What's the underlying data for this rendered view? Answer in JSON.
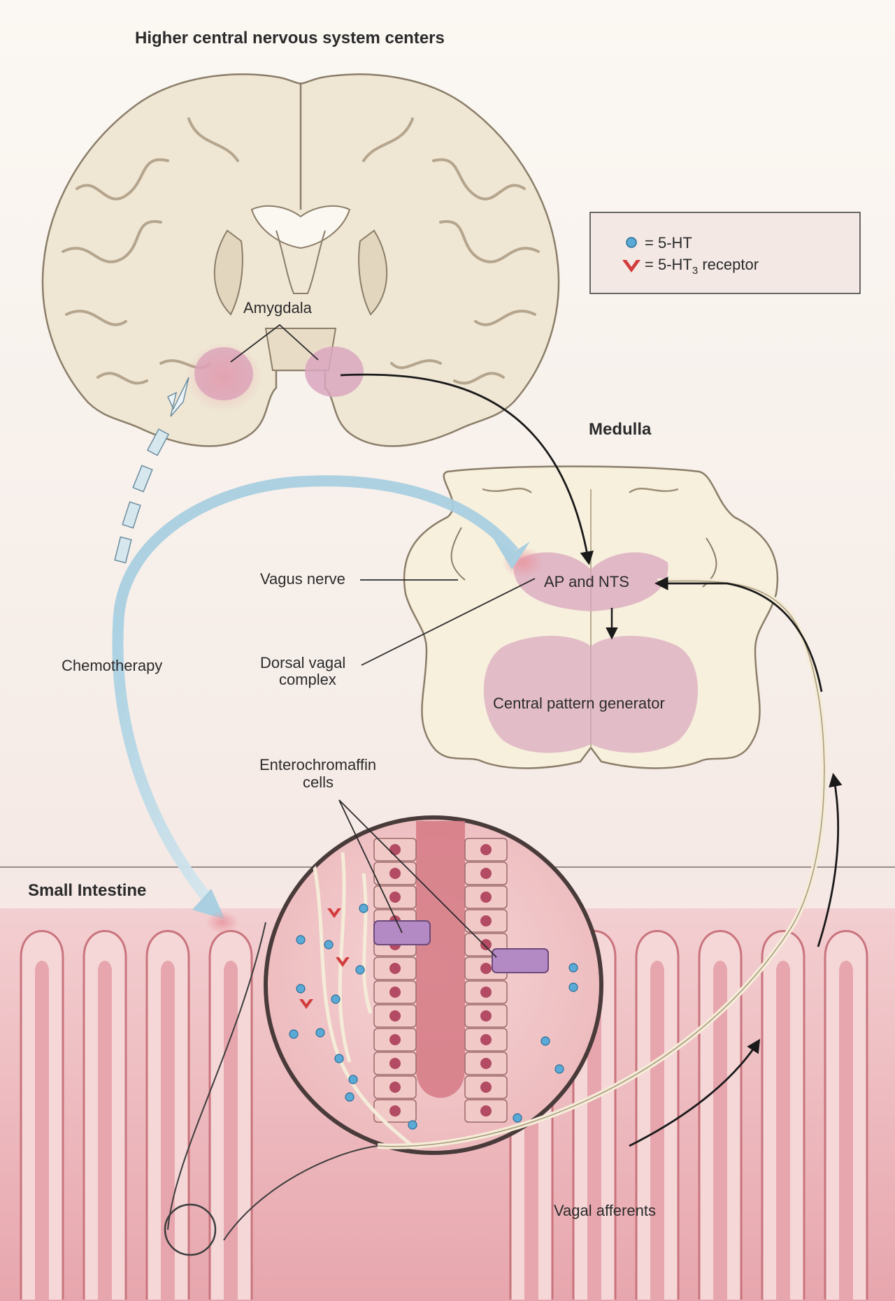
{
  "headings": {
    "higher_cns": "Higher central nervous system centers",
    "medulla": "Medulla",
    "small_intestine": "Small Intestine"
  },
  "labels": {
    "amygdala": "Amygdala",
    "ap_nts": "AP and NTS",
    "vagus_nerve": "Vagus nerve",
    "dorsal_vagal_line1": "Dorsal vagal",
    "dorsal_vagal_line2": "complex",
    "central_pattern_generator": "Central pattern generator",
    "chemotherapy": "Chemotherapy",
    "enterochromaffin_line1": "Enterochromaffin",
    "enterochromaffin_line2": "cells",
    "vagal_afferents": "Vagal afferents"
  },
  "legend": {
    "serotonin": "= 5-HT",
    "receptor_prefix": "= 5-HT",
    "receptor_subscript": "3",
    "receptor_suffix": " receptor"
  },
  "colors": {
    "brain": "#efe6d4",
    "brain_outline": "#8b7e69",
    "highlight": "#d9a6be",
    "chemo_arrow": "#a9cfe0",
    "intestine": "#e8a7ad",
    "legend_bg": "#f3e8e4"
  }
}
